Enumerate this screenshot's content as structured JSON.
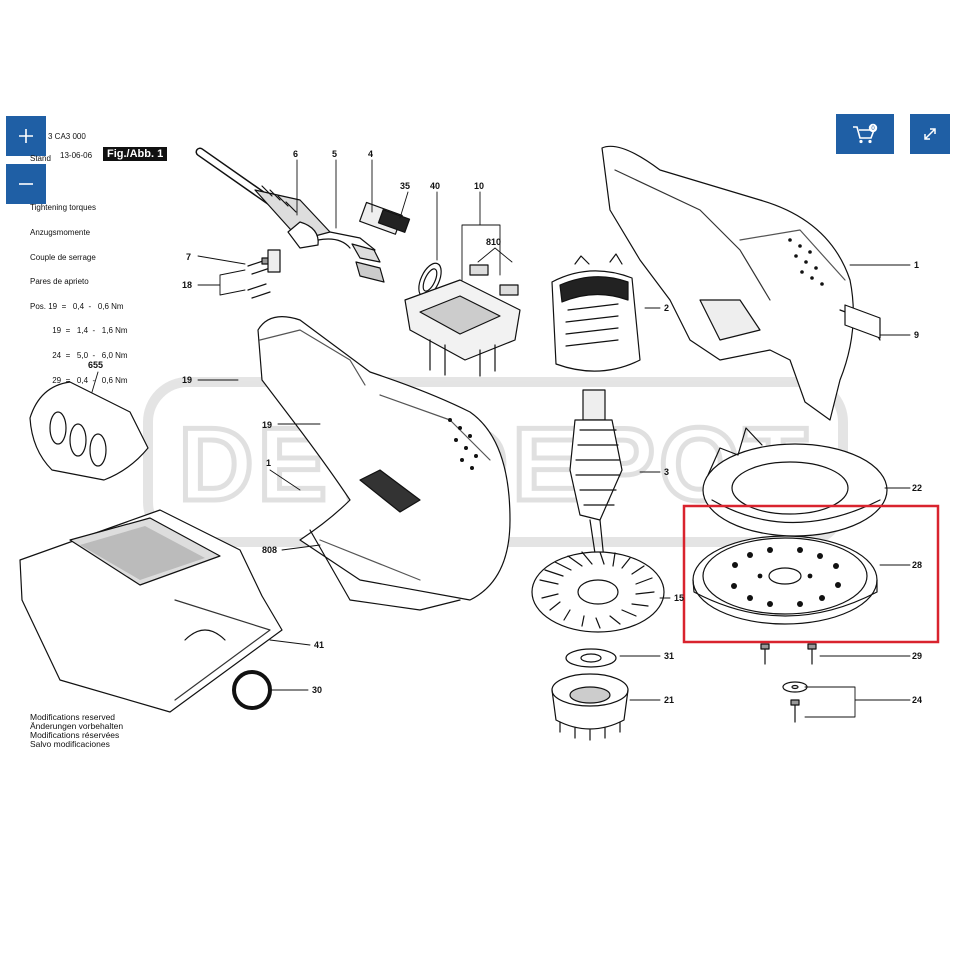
{
  "toolbar": {
    "zoom_in_icon": "plus-icon",
    "zoom_out_icon": "minus-icon",
    "cart_icon": "cart-icon",
    "cart_count": "0",
    "fullscreen_icon": "expand-icon"
  },
  "header": {
    "part_number": "3 CA3 000",
    "date_label": "Stand",
    "date": "13-06-06",
    "fig_label": "Fig./Abb. 1"
  },
  "torque": {
    "lines": [
      "Tightening torques",
      "Anzugsmomente",
      "Couple de serrage",
      "Pares de aprieto",
      "Pos. 19  =   0,4  -   0,6 Nm",
      "          19  =   1,4  -   1,6 Nm",
      "          24  =   5,0  -   6,0 Nm",
      "          29  =   0,4  -   0,6 Nm"
    ]
  },
  "modifications": [
    "Modifications reserved",
    "Änderungen vorbehalten",
    "Modifications réservées",
    "Salvo modificaciones"
  ],
  "watermark": "DEWDEPOT",
  "highlight_color": "#d9232e",
  "accent_color": "#1f5fa5",
  "callouts": {
    "c6": "6",
    "c5": "5",
    "c4": "4",
    "c35": "35",
    "c40": "40",
    "c10": "10",
    "c810": "810",
    "c7": "7",
    "c18": "18",
    "c655": "655",
    "c19a": "19",
    "c19b": "19",
    "c1b": "1",
    "c808": "808",
    "c41": "41",
    "c30": "30",
    "c2": "2",
    "c3": "3",
    "c15": "15",
    "c31": "31",
    "c21": "21",
    "c1": "1",
    "c9": "9",
    "c22": "22",
    "c28": "28",
    "c29": "29",
    "c24": "24"
  }
}
